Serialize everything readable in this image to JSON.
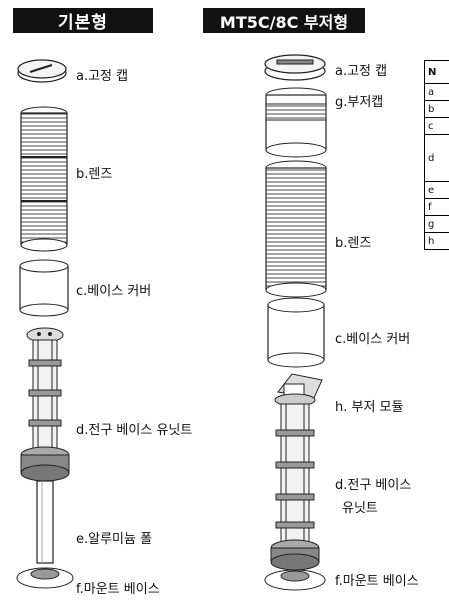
{
  "headers": {
    "left": "기본형",
    "right": "MT5C/8C 부저형"
  },
  "left_labels": {
    "a": "a.고정 캡",
    "b": "b.렌즈",
    "c": "c.베이스 커버",
    "d": "d.전구 베이스 유닛트",
    "e": "e.알루미늄 폴",
    "f": "f.마운트 베이스"
  },
  "right_labels": {
    "a": "a.고정 캡",
    "g": "g.부저캡",
    "b": "b.렌즈",
    "c": "c.베이스 커버",
    "h": "h. 부저 모듈",
    "d1": "d.전구 베이스",
    "d2": "유닛트",
    "f": "f.마운트 베이스"
  },
  "table": {
    "header": "N",
    "rows": [
      "a",
      "b",
      "c",
      "d",
      "e",
      "f",
      "g",
      "h"
    ]
  }
}
